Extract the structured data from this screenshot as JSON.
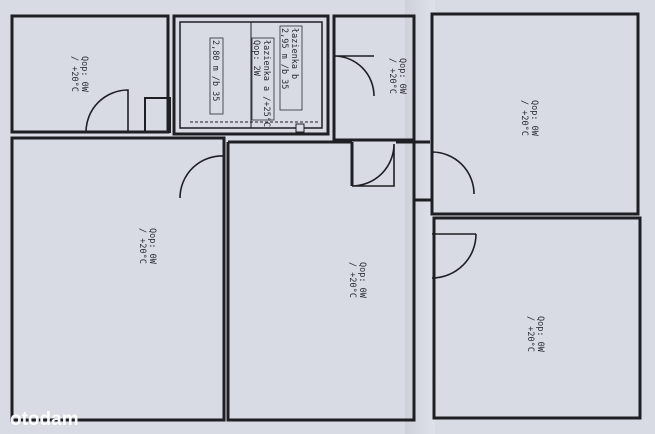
{
  "rooms": {
    "top_left": {
      "temp": "/ +20°C",
      "heat": "Qop: 0W"
    },
    "bath_b": {
      "name": "łazienka b",
      "dims": "2,95 m  /b 35"
    },
    "bath_a": {
      "name": "łazienka a  /+25°C",
      "heat": "Qop: 2W",
      "dims": "2,80 m  /b 35"
    },
    "hall_small": {
      "temp": "/ +20°C",
      "heat": "Qop: 0W"
    },
    "top_right": {
      "temp": "/ +20°C",
      "heat": "Qop: 0W"
    },
    "left_big": {
      "temp": "/ +20°C",
      "heat": "Qop: 0W"
    },
    "center": {
      "temp": "/ +20°C",
      "heat": "Qop: 0W"
    },
    "bottom_right": {
      "temp": "/ +20°C",
      "heat": "Qop: 0W"
    }
  },
  "watermark": "otodam",
  "colors": {
    "paper": "#d9dbe4",
    "wall": "#1e1f24",
    "ink": "#2a2c33"
  }
}
